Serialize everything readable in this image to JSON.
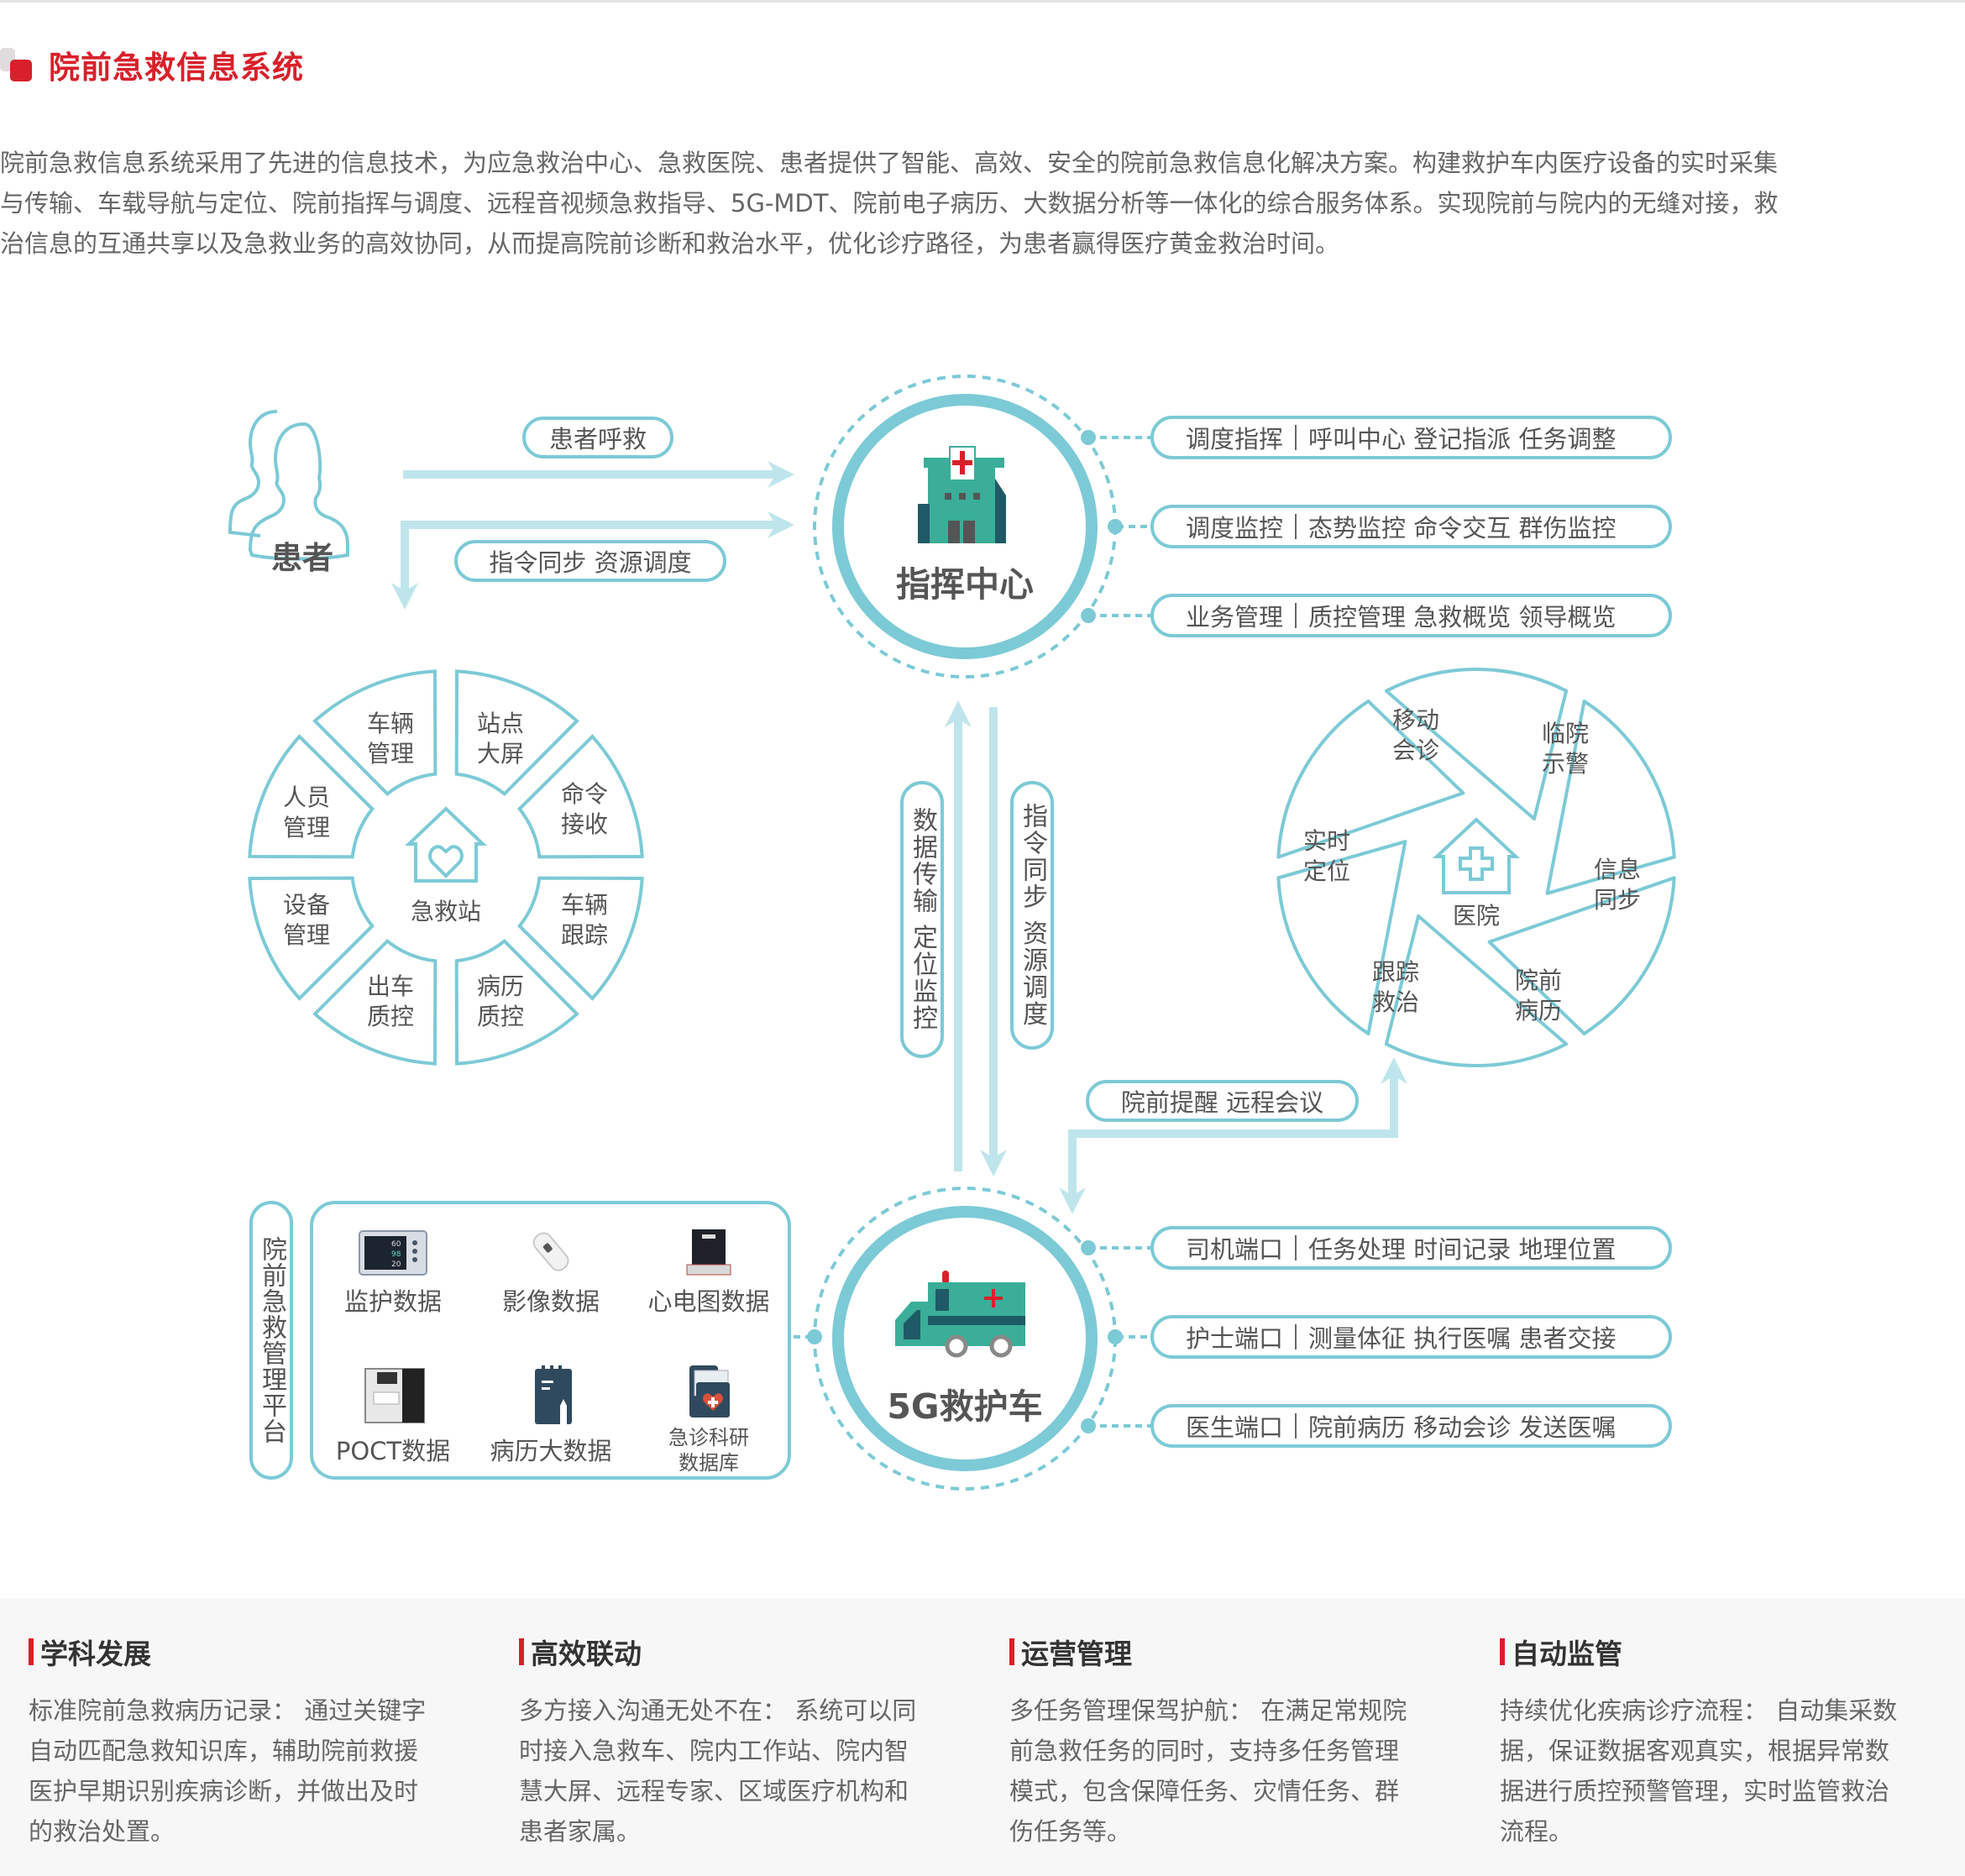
{
  "header": {
    "title": "院前急救信息系统",
    "intro_lines": [
      "院前急救信息系统采用了先进的信息技术，为应急救治中心、急救医院、患者提供了智能、高效、安全的院前急救信息化解决方案。构建救护车内医疗设备的实时采集",
      "与传输、车载导航与定位、院前指挥与调度、远程音视频急救指导、5G-MDT、院前电子病历、大数据分析等一体化的综合服务体系。实现院前与院内的无缝对接，救",
      "治信息的互通共享以及急救业务的高效协同，从而提高院前诊断和救治水平，优化诊疗路径，为患者赢得医疗黄金救治时间。"
    ]
  },
  "colors": {
    "accent_red": "#d8202a",
    "ring_teal": "#7ccad6",
    "arrow_light": "#bfe5ec",
    "icon_green": "#3aae98",
    "icon_dark": "#1e5a66"
  },
  "diagram": {
    "patient": {
      "label": "患者",
      "icon": "patients-icon"
    },
    "flows": {
      "patient_call": "患者呼救",
      "sync_dispatch": "指令同步  资源调度",
      "data_up": "数据传输  定位监控",
      "command_down": "指令同步  资源调度",
      "hospital_link": "院前提醒 远程会议"
    },
    "command_center": {
      "label": "指挥中心",
      "icon": "hospital-building-icon",
      "functions": [
        {
          "name": "调度指挥",
          "items": "呼叫中心 登记指派 任务调整"
        },
        {
          "name": "调度监控",
          "items": "态势监控 命令交互 群伤监控"
        },
        {
          "name": "业务管理",
          "items": "质控管理 急救概览 领导概览"
        }
      ]
    },
    "station": {
      "label": "急救站",
      "icon": "house-heart-icon",
      "segments": [
        {
          "l1": "车辆",
          "l2": "管理"
        },
        {
          "l1": "站点",
          "l2": "大屏"
        },
        {
          "l1": "命令",
          "l2": "接收"
        },
        {
          "l1": "车辆",
          "l2": "跟踪"
        },
        {
          "l1": "病历",
          "l2": "质控"
        },
        {
          "l1": "出车",
          "l2": "质控"
        },
        {
          "l1": "设备",
          "l2": "管理"
        },
        {
          "l1": "人员",
          "l2": "管理"
        }
      ]
    },
    "hospital": {
      "label": "医院",
      "icon": "house-cross-icon",
      "segments": [
        {
          "l1": "移动",
          "l2": "会诊"
        },
        {
          "l1": "临院",
          "l2": "示警"
        },
        {
          "l1": "信息",
          "l2": "同步"
        },
        {
          "l1": "院前",
          "l2": "病历"
        },
        {
          "l1": "跟踪",
          "l2": "救治"
        },
        {
          "l1": "实时",
          "l2": "定位"
        }
      ]
    },
    "ambulance": {
      "label": "5G救护车",
      "icon": "ambulance-icon",
      "functions": [
        {
          "name": "司机端口",
          "items": "任务处理 时间记录 地理位置"
        },
        {
          "name": "护士端口",
          "items": "测量体征 执行医嘱 患者交接"
        },
        {
          "name": "医生端口",
          "items": "院前病历 移动会诊 发送医嘱"
        }
      ]
    },
    "platform": {
      "label": "院前急救管理平台",
      "items": [
        {
          "label": "监护数据",
          "icon": "patient-monitor-icon"
        },
        {
          "label": "影像数据",
          "icon": "ultrasound-probe-icon"
        },
        {
          "label": "心电图数据",
          "icon": "ecg-machine-icon"
        },
        {
          "label": "POCT数据",
          "icon": "poct-analyzer-icon"
        },
        {
          "label": "病历大数据",
          "icon": "medical-record-icon"
        },
        {
          "label_l1": "急诊科研",
          "label_l2": "数据库",
          "icon": "research-database-icon"
        }
      ]
    }
  },
  "features": [
    {
      "title": "学科发展",
      "lines": [
        "标准院前急救病历记录： 通过关键字",
        "自动匹配急救知识库，辅助院前救援",
        "医护早期识别疾病诊断，并做出及时",
        "的救治处置。"
      ]
    },
    {
      "title": "高效联动",
      "lines": [
        "多方接入沟通无处不在： 系统可以同",
        "时接入急救车、院内工作站、院内智",
        "慧大屏、远程专家、区域医疗机构和",
        "患者家属。"
      ]
    },
    {
      "title": "运营管理",
      "lines": [
        "多任务管理保驾护航： 在满足常规院",
        "前急救任务的同时，支持多任务管理",
        "模式，包含保障任务、灾情任务、群",
        "伤任务等。"
      ]
    },
    {
      "title": "自动监管",
      "lines": [
        "持续优化疾病诊疗流程： 自动集采数",
        "据，保证数据客观真实，根据异常数",
        "据进行质控预警管理，实时监管救治",
        "流程。"
      ]
    }
  ]
}
